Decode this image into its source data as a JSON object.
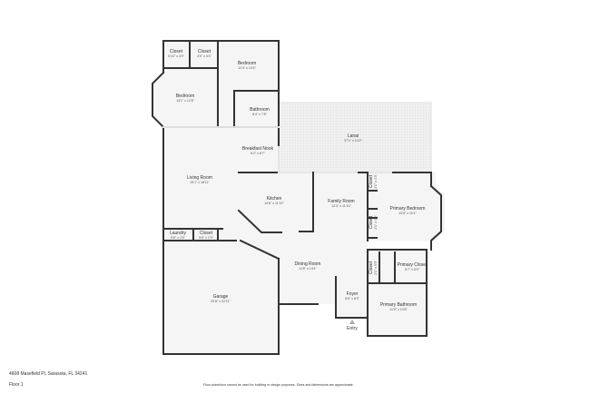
{
  "rooms": [
    {
      "name": "Closet",
      "dims": "5'10\" x 3'0\""
    },
    {
      "name": "Closet",
      "dims": "4'0\" x 3'4\""
    },
    {
      "name": "Bedroom",
      "dims": "12'4\" x 10'5\""
    },
    {
      "name": "Bedroom",
      "dims": "13'1\" x 12'8\""
    },
    {
      "name": "Bathroom",
      "dims": "8'4\" x 7'8\""
    },
    {
      "name": "Breakfast Nook",
      "dims": "8'2\" x 8'7\""
    },
    {
      "name": "Lanai",
      "dims": "37'1\" x 14'2\""
    },
    {
      "name": "Living Room",
      "dims": "15'1\" x 18'11\""
    },
    {
      "name": "Kitchen",
      "dims": "14'6\" x 11'10\""
    },
    {
      "name": "Family Room",
      "dims": "12'3\" x 11'10\""
    },
    {
      "name": "Primary Bedroom",
      "dims": "13'8\" x 16'1\""
    },
    {
      "name": "Closet",
      "dims": "2'1\" x 4'3\""
    },
    {
      "name": "Closet",
      "dims": "2'1\" x 4'3\""
    },
    {
      "name": "Laundry",
      "dims": "5'8\" x 2'9\""
    },
    {
      "name": "Closet",
      "dims": "5'6\" x 2'9\""
    },
    {
      "name": "Garage",
      "dims": "20'8\" x 22'11\""
    },
    {
      "name": "Dining Room",
      "dims": "11'8\" x 14'4\""
    },
    {
      "name": "Foyer",
      "dims": "6'6\" x 8'3\""
    },
    {
      "name": "Closet",
      "dims": "2'1\" x 5'9\""
    },
    {
      "name": "Primary Closet",
      "dims": "5'7\" x 6'0\""
    },
    {
      "name": "Primary Bathroom",
      "dims": "11'8\" x 10'8\""
    }
  ],
  "entry_label": "Entry",
  "address": "4608 Masefield Pl, Sarasota, FL 34241",
  "floor": "Floor 1",
  "disclaimer": "Floor plans/tour cannot be used for building or design purposes. Sizes and dimensions are approximate.",
  "colors": {
    "wall": "#333333",
    "floor": "#f4f4f4",
    "lanai": "#ececec"
  }
}
